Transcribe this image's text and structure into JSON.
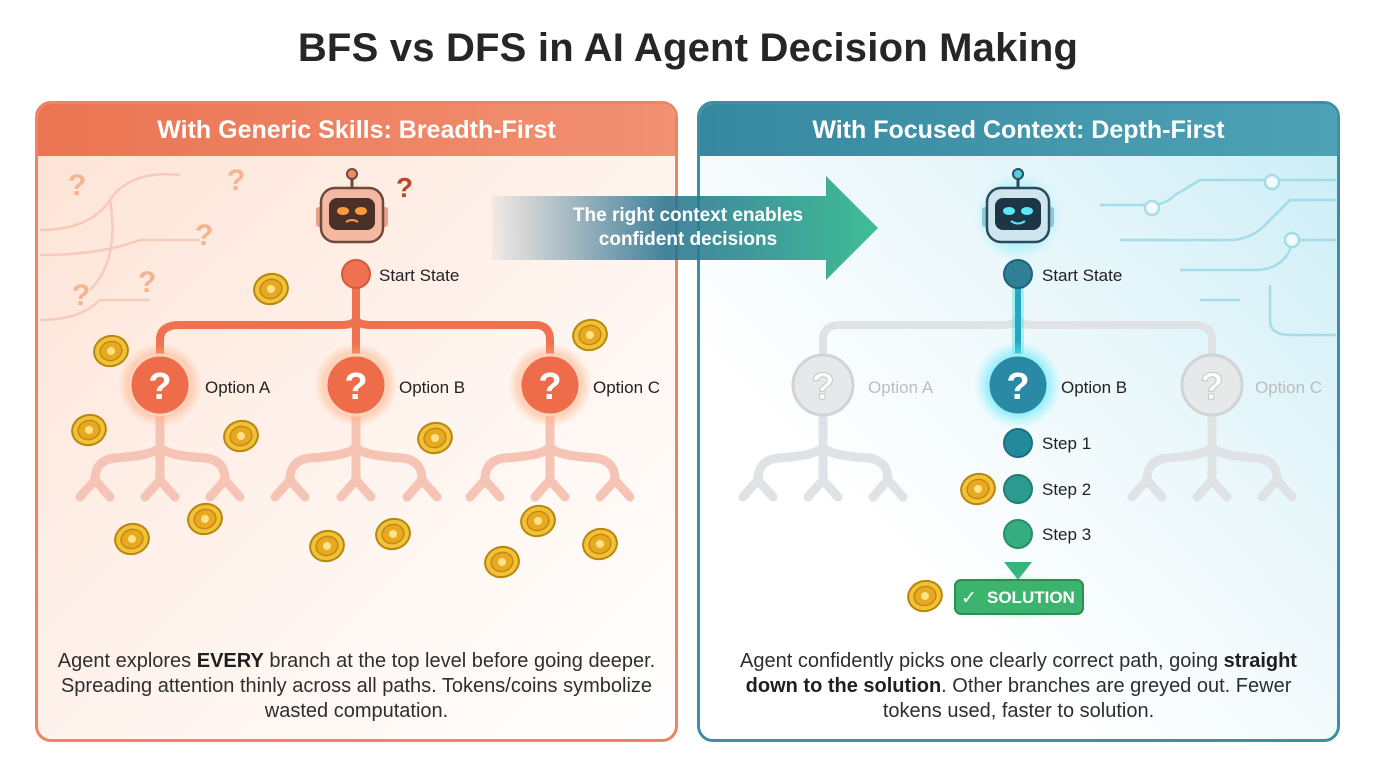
{
  "title": "BFS vs DFS in AI Agent Decision Making",
  "left": {
    "header": "With Generic Skills: Breadth-First",
    "start_label": "Start State",
    "options": [
      "Option A",
      "Option B",
      "Option C"
    ],
    "question_mark": "?",
    "description": {
      "p1": "Agent explores ",
      "b1": "EVERY",
      "p2": " branch at the top level before going deeper. Spreading attention thinly across all paths. Tokens/coins symbolize wasted computation."
    },
    "colors": {
      "accent": "#ee8463",
      "node": "#ee7150",
      "branch": "#f6c4b4"
    }
  },
  "arrow": {
    "line1": "The right context enables",
    "line2": "confident decisions"
  },
  "right": {
    "header": "With Focused Context: Depth-First",
    "start_label": "Start State",
    "options": [
      "Option A",
      "Option B",
      "Option C"
    ],
    "question_mark": "?",
    "steps": [
      "Step 1",
      "Step 2",
      "Step 3"
    ],
    "solution": "SOLUTION",
    "check": "✓",
    "description": {
      "p1": "Agent confidently picks one clearly correct path, going ",
      "b1": "straight down to the solution",
      "p2": ". Other branches are greyed out. Fewer tokens used, faster to solution."
    },
    "colors": {
      "accent": "#3d8fa3",
      "active": "#2aa7c0",
      "step": "#2f9d8a",
      "solution": "#34b36c",
      "muted": "#d4d8da"
    }
  },
  "icons": [
    "robot-icon",
    "coin-icon",
    "question-icon",
    "check-icon",
    "circuit-decoration"
  ]
}
